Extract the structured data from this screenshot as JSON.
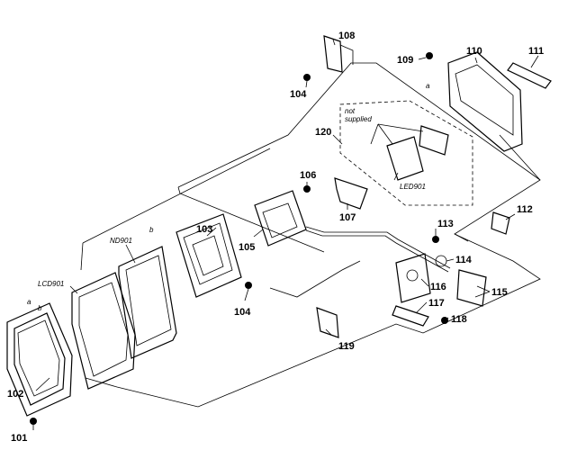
{
  "labels": {
    "p101": "101",
    "p102": "102",
    "p103": "103",
    "p104a": "104",
    "p104b": "104",
    "p105": "105",
    "p106": "106",
    "p107": "107",
    "p108": "108",
    "p109": "109",
    "p110": "110",
    "p111": "111",
    "p112": "112",
    "p113": "113",
    "p114": "114",
    "p115": "115",
    "p116": "116",
    "p117": "117",
    "p118": "118",
    "p119": "119",
    "p120": "120",
    "lcd901": "LCD901",
    "nd901": "ND901",
    "led901": "LED901",
    "not_supplied_1": "not",
    "not_supplied_2": "supplied",
    "mark_a1": "a",
    "mark_a2": "a",
    "mark_b1": "b",
    "mark_b2": "b"
  }
}
